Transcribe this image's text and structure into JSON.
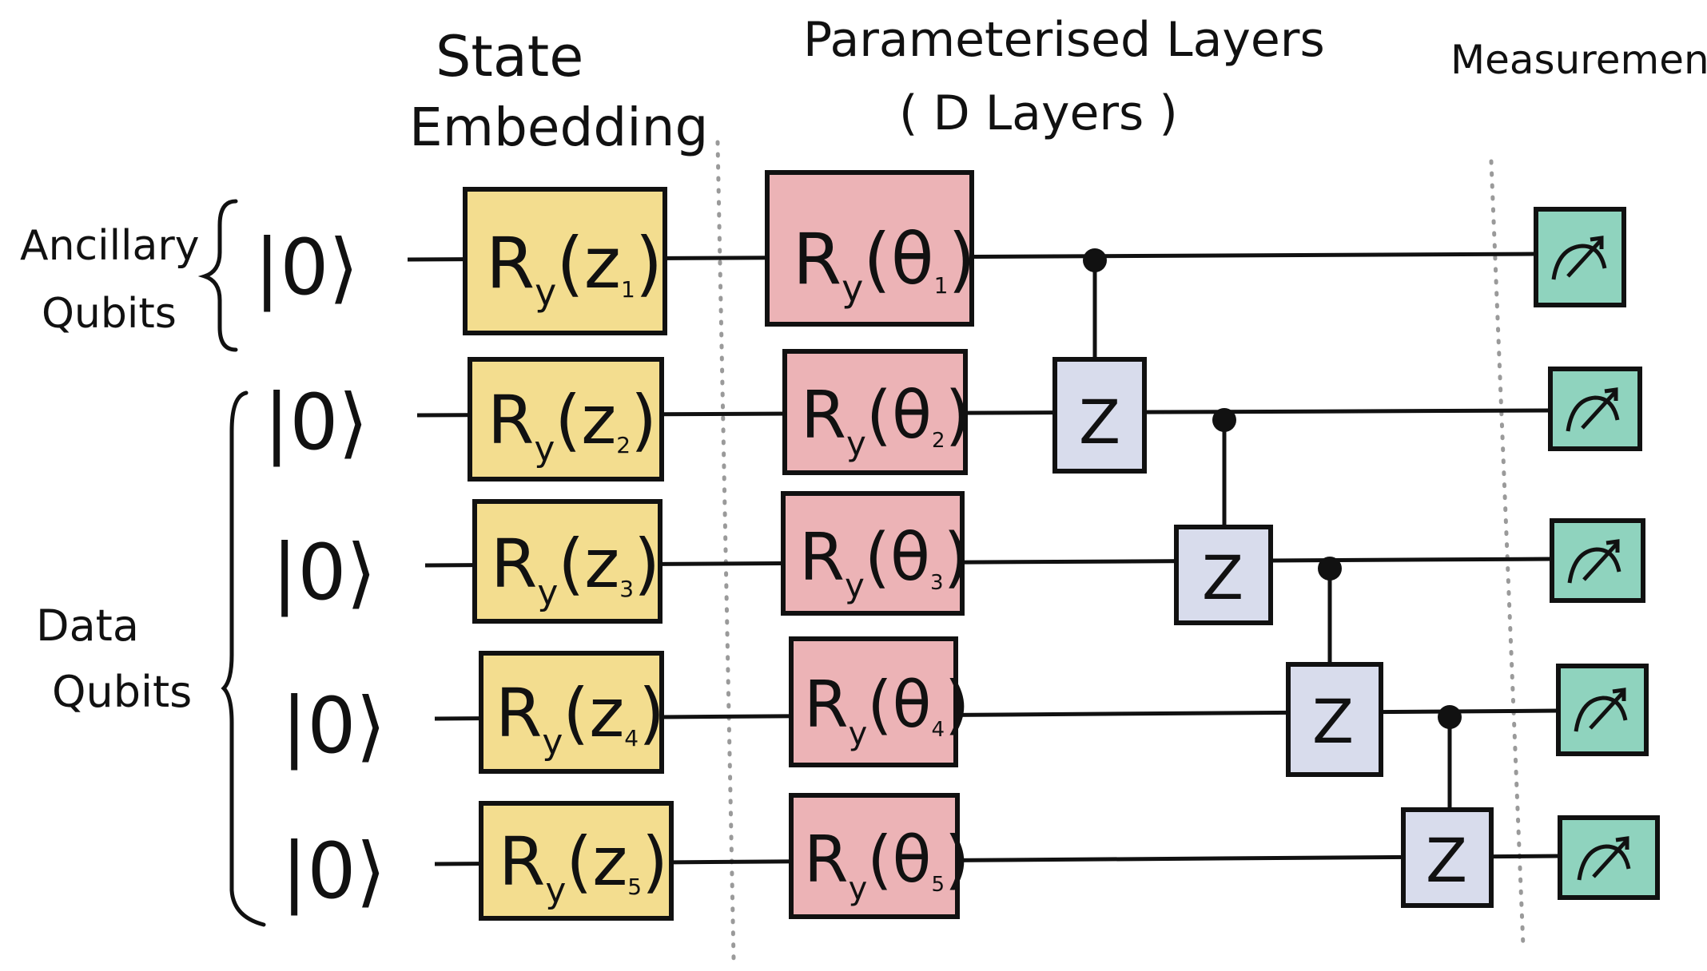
{
  "headers": {
    "state_embedding_line1": "State",
    "state_embedding_line2": "Embedding",
    "param_layers_line1": "Parameterised Layers",
    "param_layers_line2": "( D Layers )",
    "measurement": "Measurement"
  },
  "groups": {
    "ancillary_line1": "Ancillary",
    "ancillary_line2": "Qubits",
    "data_line1": "Data",
    "data_line2": "Qubits"
  },
  "qubits": [
    {
      "ket": "|0⟩",
      "embed_gate": "R",
      "embed_sub": "y",
      "embed_arg": "z",
      "embed_idx": "1",
      "param_gate": "R",
      "param_sub": "y",
      "param_arg": "θ",
      "param_idx": "1"
    },
    {
      "ket": "|0⟩",
      "embed_gate": "R",
      "embed_sub": "y",
      "embed_arg": "z",
      "embed_idx": "2",
      "param_gate": "R",
      "param_sub": "y",
      "param_arg": "θ",
      "param_idx": "2"
    },
    {
      "ket": "|0⟩",
      "embed_gate": "R",
      "embed_sub": "y",
      "embed_arg": "z",
      "embed_idx": "3",
      "param_gate": "R",
      "param_sub": "y",
      "param_arg": "θ",
      "param_idx": "3"
    },
    {
      "ket": "|0⟩",
      "embed_gate": "R",
      "embed_sub": "y",
      "embed_arg": "z",
      "embed_idx": "4",
      "param_gate": "R",
      "param_sub": "y",
      "param_arg": "θ",
      "param_idx": "4"
    },
    {
      "ket": "|0⟩",
      "embed_gate": "R",
      "embed_sub": "y",
      "embed_arg": "z",
      "embed_idx": "5",
      "param_gate": "R",
      "param_sub": "y",
      "param_arg": "θ",
      "param_idx": "5"
    }
  ],
  "cz_gates": [
    {
      "control": 0,
      "target": 1,
      "label": "Z"
    },
    {
      "control": 1,
      "target": 2,
      "label": "Z"
    },
    {
      "control": 2,
      "target": 3,
      "label": "Z"
    },
    {
      "control": 3,
      "target": 4,
      "label": "Z"
    }
  ],
  "colors": {
    "embed_fill": "#f3dd8f",
    "param_fill": "#ecb3b6",
    "cz_fill": "#d8dcec",
    "measure_fill": "#8fd3be",
    "ink": "#111111",
    "separator": "#9a9a9a"
  },
  "icons": {
    "measurement": "meter-icon",
    "control": "control-dot-icon",
    "brace": "curly-brace-icon"
  }
}
